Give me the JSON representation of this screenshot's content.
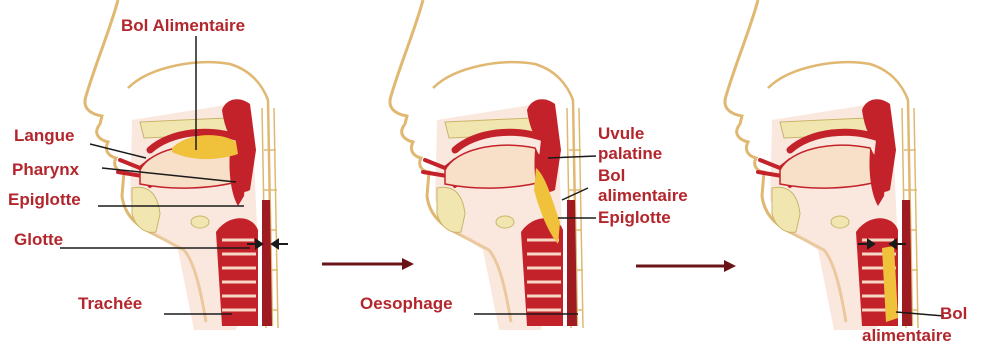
{
  "colors": {
    "label": "#b3262c",
    "muscle": "#c4222a",
    "muscle_dark": "#9e1b22",
    "skin_outline": "#e0b872",
    "bone": "#f2e6b0",
    "bolus": "#f0c23c",
    "tissue": "#f6d6c4",
    "leader": "#1a1a1a",
    "arrow": "#6b1418"
  },
  "panel1": {
    "bol_alimentaire": "Bol Alimentaire",
    "langue": "Langue",
    "pharynx": "Pharynx",
    "epiglotte": "Epiglotte",
    "glotte": "Glotte",
    "trachee": "Trachée"
  },
  "panel2": {
    "uvule_line1": "Uvule",
    "uvule_line2": "palatine",
    "bol_line1": "Bol",
    "bol_line2": "alimentaire",
    "epiglotte": "Epiglotte",
    "oesophage": "Oesophage"
  },
  "panel3": {
    "bol_line1": "Bol",
    "bol_line2": "alimentaire"
  }
}
